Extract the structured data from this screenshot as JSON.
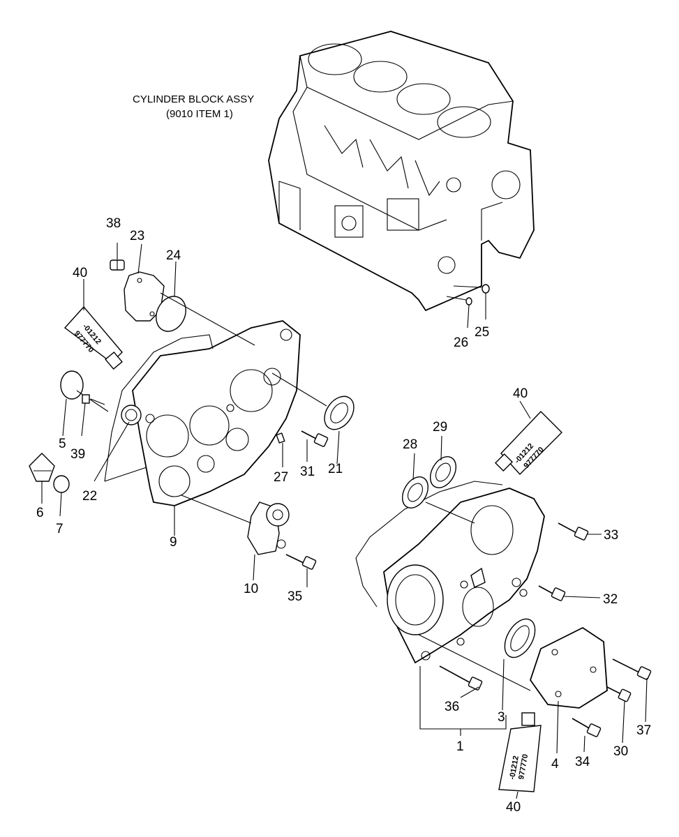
{
  "assembly_label": {
    "line1": "CYLINDER BLOCK ASSY",
    "line2": "(9010 ITEM 1)"
  },
  "sealant_tube_text": {
    "line1": "-01212",
    "line2": "977770"
  },
  "callouts": {
    "p1": "1",
    "p3": "3",
    "p4": "4",
    "p5": "5",
    "p6": "6",
    "p7": "7",
    "p9": "9",
    "p10": "10",
    "p21": "21",
    "p22": "22",
    "p23": "23",
    "p24": "24",
    "p25": "25",
    "p26": "26",
    "p27": "27",
    "p28": "28",
    "p29": "29",
    "p30": "30",
    "p31": "31",
    "p32": "32",
    "p33": "33",
    "p34": "34",
    "p35": "35",
    "p36": "36",
    "p37": "37",
    "p38": "38",
    "p39": "39",
    "p40": "40"
  }
}
